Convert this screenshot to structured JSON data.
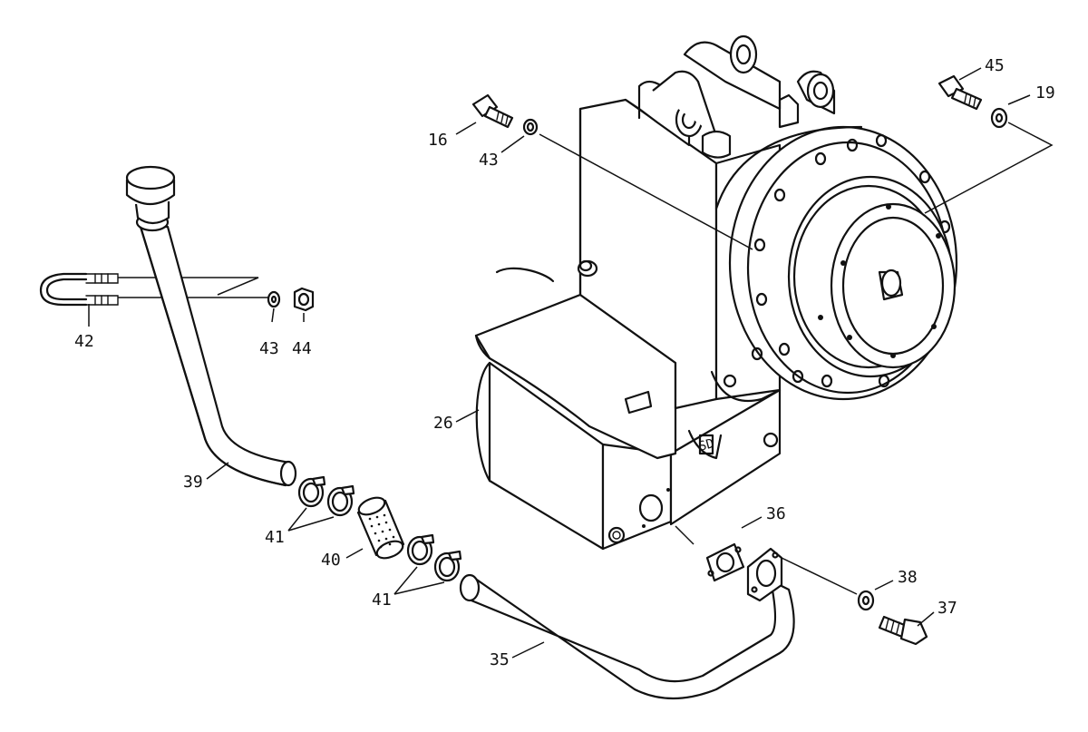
{
  "callouts": [
    {
      "id": "c16",
      "label": "16"
    },
    {
      "id": "c43a",
      "label": "43"
    },
    {
      "id": "c45",
      "label": "45"
    },
    {
      "id": "c19",
      "label": "19"
    },
    {
      "id": "c42",
      "label": "42"
    },
    {
      "id": "c43b",
      "label": "43"
    },
    {
      "id": "c44",
      "label": "44"
    },
    {
      "id": "c26",
      "label": "26"
    },
    {
      "id": "c39",
      "label": "39"
    },
    {
      "id": "c41a",
      "label": "41"
    },
    {
      "id": "c40",
      "label": "40"
    },
    {
      "id": "c41b",
      "label": "41"
    },
    {
      "id": "c36",
      "label": "36"
    },
    {
      "id": "c38",
      "label": "38"
    },
    {
      "id": "c37",
      "label": "37"
    },
    {
      "id": "c35",
      "label": "35"
    }
  ],
  "block_marking": "SD"
}
